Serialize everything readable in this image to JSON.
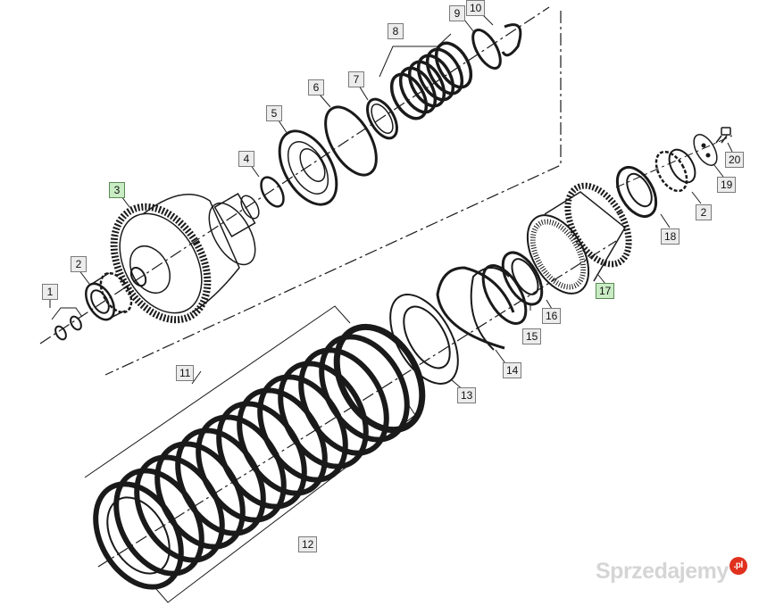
{
  "callouts": [
    {
      "id": "c1",
      "text": "1"
    },
    {
      "id": "c2a",
      "text": "2"
    },
    {
      "id": "c2b",
      "text": "2"
    },
    {
      "id": "c3",
      "text": "3",
      "highlight": true
    },
    {
      "id": "c4",
      "text": "4"
    },
    {
      "id": "c5",
      "text": "5"
    },
    {
      "id": "c6",
      "text": "6"
    },
    {
      "id": "c7",
      "text": "7"
    },
    {
      "id": "c8",
      "text": "8"
    },
    {
      "id": "c9",
      "text": "9"
    },
    {
      "id": "c10",
      "text": "10"
    },
    {
      "id": "c11",
      "text": "11"
    },
    {
      "id": "c12",
      "text": "12"
    },
    {
      "id": "c13",
      "text": "13"
    },
    {
      "id": "c14",
      "text": "14"
    },
    {
      "id": "c15",
      "text": "15"
    },
    {
      "id": "c16",
      "text": "16"
    },
    {
      "id": "c17",
      "text": "17",
      "highlight": true
    },
    {
      "id": "c18",
      "text": "18"
    },
    {
      "id": "c19",
      "text": "19"
    },
    {
      "id": "c20",
      "text": "20"
    }
  ],
  "watermark": {
    "text": "Sprzedajemy",
    "badge": ".pl"
  },
  "colors": {
    "line": "#1a1a1a",
    "highlight": "#c9ecc4",
    "callout_bg": "#ececec"
  }
}
